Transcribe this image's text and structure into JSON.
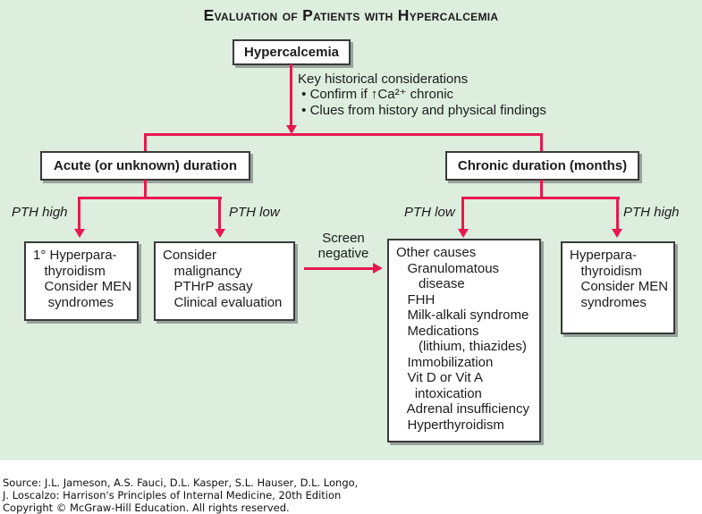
{
  "colors": {
    "background": "#ddedde",
    "accent_red": "#e8184f",
    "box_border": "#3a3a3a",
    "shadow": "#96a39a"
  },
  "title": "Evaluation of Patients with Hypercalcemia",
  "flowchart": {
    "root": "Hypercalcemia",
    "considerations": [
      "Key historical considerations",
      " • Confirm if ↑Ca²⁺ chronic",
      " • Clues from history and physical findings"
    ],
    "acute_branch": "Acute (or unknown) duration",
    "chronic_branch": "Chronic duration (months)",
    "pth_labels": {
      "acute_high": "PTH high",
      "acute_low": "PTH low",
      "chronic_low": "PTH low",
      "chronic_high": "PTH high"
    },
    "screen_negative": [
      "Screen",
      "negative"
    ],
    "boxes": {
      "primary_hpt": [
        "1° Hyperpara-",
        "   thyroidism",
        "   Consider MEN",
        "    syndromes"
      ],
      "malignancy": [
        "Consider",
        "   malignancy",
        "   PTHrP assay",
        "   Clinical evaluation"
      ],
      "other_causes": [
        "Other causes",
        "   Granulomatous",
        "      disease",
        "   FHH",
        "   Milk-alkali syndrome",
        "   Medications",
        "      (lithium, thiazides)",
        "   Immobilization",
        "   Vit D or Vit A",
        "     intoxication",
        "   Adrenal insufficiency",
        "   Hyperthyroidism"
      ],
      "hpt": [
        "Hyperpara-",
        "   thyroidism",
        "   Consider MEN",
        "   syndromes"
      ]
    }
  },
  "footer": [
    "Source: J.L. Jameson, A.S. Fauci, D.L. Kasper, S.L. Hauser, D.L. Longo,",
    "J. Loscalzo: Harrison's Principles of Internal Medicine, 20th Edition",
    "Copyright © McGraw-Hill Education. All rights reserved."
  ]
}
